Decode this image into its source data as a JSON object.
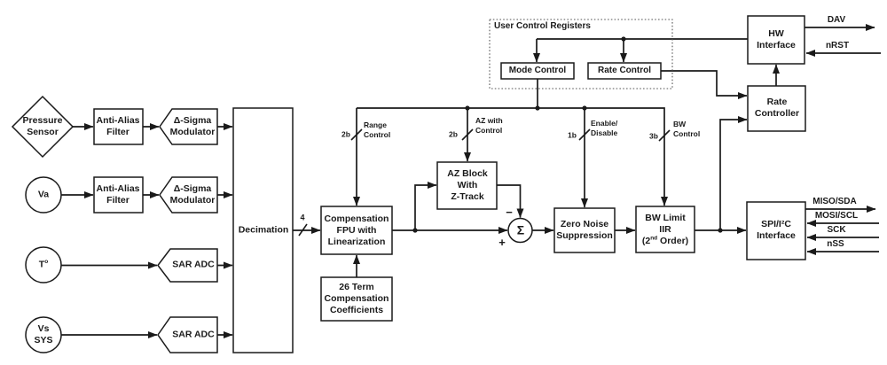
{
  "palette": {
    "ink": "#1a1a1a",
    "background": "#ffffff"
  },
  "sources": {
    "pressure_sensor": {
      "lines": [
        "Pressure",
        "Sensor"
      ]
    },
    "va": {
      "label": "Va"
    },
    "temperature": {
      "base": "T",
      "sup": "o"
    },
    "vs_sys": {
      "lines": [
        "Vs",
        "SYS"
      ]
    }
  },
  "blocks": {
    "anti_alias_filter_top": {
      "lines": [
        "Anti-Alias",
        "Filter"
      ]
    },
    "anti_alias_filter_bottom": {
      "lines": [
        "Anti-Alias",
        "Filter"
      ]
    },
    "delta_sigma_top": {
      "lines": [
        "Δ-Sigma",
        "Modulator"
      ]
    },
    "delta_sigma_bottom": {
      "lines": [
        "Δ-Sigma",
        "Modulator"
      ]
    },
    "sar_adc_top": {
      "label": "SAR ADC"
    },
    "sar_adc_bottom": {
      "label": "SAR ADC"
    },
    "decimation": {
      "label": "Decimation"
    },
    "compensation_fpu": {
      "lines": [
        "Compensation",
        "FPU with",
        "Linearization"
      ]
    },
    "coefficients": {
      "lines": [
        "26 Term",
        "Compensation",
        "Coefficients"
      ]
    },
    "az_block": {
      "lines": [
        "AZ Block",
        "With",
        "Z-Track"
      ]
    },
    "zero_noise": {
      "lines": [
        "Zero Noise",
        "Suppression"
      ]
    },
    "bw_limit": {
      "line1": "BW Limit",
      "line2": "IIR",
      "line3_pre": "(2",
      "line3_sup": "nd",
      "line3_post": " Order)"
    },
    "spi_interface": {
      "lines": [
        "SPI/I²C",
        "Interface"
      ]
    },
    "hw_interface": {
      "lines": [
        "HW",
        "Interface"
      ]
    },
    "rate_controller": {
      "lines": [
        "Rate",
        "Controller"
      ]
    },
    "mode_control": {
      "label": "Mode Control"
    },
    "rate_control": {
      "label": "Rate Control"
    }
  },
  "registers_group": {
    "title": "User Control Registers"
  },
  "summer": {
    "symbol": "Σ",
    "plus": "+",
    "minus": "−"
  },
  "bus_labels": {
    "decimation_out_width": "4",
    "range": {
      "width": "2b",
      "lines": [
        "Range",
        "Control"
      ]
    },
    "az": {
      "width": "2b",
      "lines": [
        "AZ with",
        "Control"
      ]
    },
    "enable": {
      "width": "1b",
      "lines": [
        "Enable/",
        "Disable"
      ]
    },
    "bw": {
      "width": "3b",
      "lines": [
        "BW",
        "Control"
      ]
    }
  },
  "signals": {
    "dav": "DAV",
    "nrst": "nRST",
    "miso_sda": "MISO/SDA",
    "mosi_scl": "MOSI/SCL",
    "sck": "SCK",
    "nss": "nSS"
  }
}
